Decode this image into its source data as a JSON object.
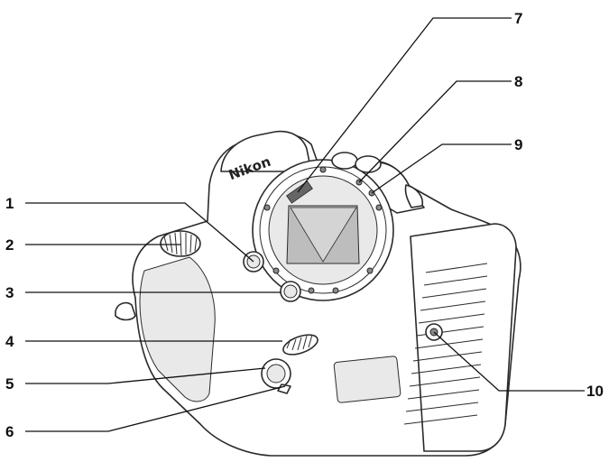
{
  "brand": "Nikon",
  "callouts": [
    {
      "id": 1,
      "label": "1"
    },
    {
      "id": 2,
      "label": "2"
    },
    {
      "id": 3,
      "label": "3"
    },
    {
      "id": 4,
      "label": "4"
    },
    {
      "id": 5,
      "label": "5"
    },
    {
      "id": 6,
      "label": "6"
    },
    {
      "id": 7,
      "label": "7"
    },
    {
      "id": 8,
      "label": "8"
    },
    {
      "id": 9,
      "label": "9"
    },
    {
      "id": 10,
      "label": "10"
    }
  ]
}
